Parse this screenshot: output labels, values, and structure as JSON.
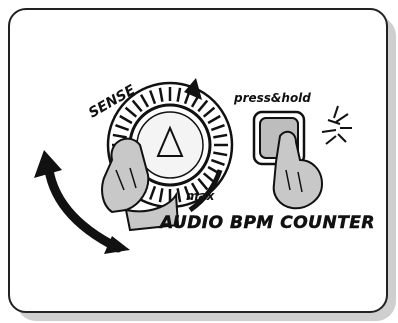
{
  "labels": {
    "sense": "SENSE",
    "max": "max",
    "press_hold": "press&hold",
    "product": "AUDIO BPM COUNTER"
  },
  "icons": [
    "turn-arrow-icon",
    "sense-dial-icon",
    "hand-icon",
    "button-icon",
    "light-burst-icon",
    "triangle-icon"
  ],
  "colors": {
    "outline": "#111111",
    "hand_fill": "#c8c8c8",
    "button_fill": "#bdbdbd",
    "panel_shadow": "#cfcfcf"
  }
}
